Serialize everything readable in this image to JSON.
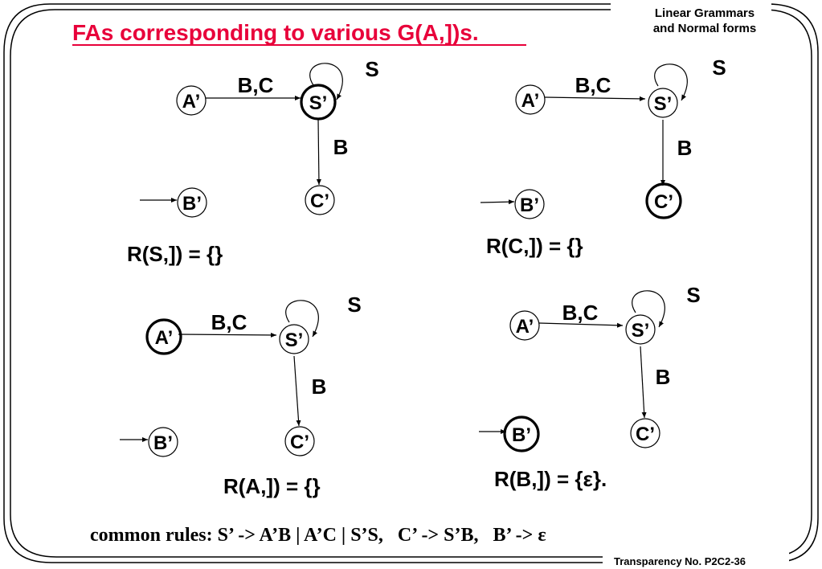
{
  "header": {
    "title": "FAs corresponding to various G(A,])s.",
    "topic_line1": "Linear Grammars",
    "topic_line2": "and Normal forms",
    "title_color": "#e8003a"
  },
  "footer": {
    "transparency": "Transparency No. P2C2-36"
  },
  "common_rules": "common rules: S’ -> A’B | A’C | S’S,   C’ -> S’B,   B’ -> ε",
  "diagrams": [
    {
      "states": {
        "a": "A’",
        "s": "S’",
        "b": "B’",
        "c": "C’"
      },
      "edge_as": "B,C",
      "edge_sc": "B",
      "self_loop": "S",
      "final_state": "s",
      "result": "R(S,]) = {}"
    },
    {
      "states": {
        "a": "A’",
        "s": "S’",
        "b": "B’",
        "c": "C’"
      },
      "edge_as": "B,C",
      "edge_sc": "B",
      "self_loop": "S",
      "final_state": "c",
      "result": "R(C,]) = {}"
    },
    {
      "states": {
        "a": "A’",
        "s": "S’",
        "b": "B’",
        "c": "C’"
      },
      "edge_as": "B,C",
      "edge_sc": "B",
      "self_loop": "S",
      "final_state": "a",
      "result": "R(A,]) = {}"
    },
    {
      "states": {
        "a": "A’",
        "s": "S’",
        "b": "B’",
        "c": "C’"
      },
      "edge_as": "B,C",
      "edge_sc": "B",
      "self_loop": "S",
      "final_state": "b",
      "result": "R(B,]) = {ε}."
    }
  ]
}
